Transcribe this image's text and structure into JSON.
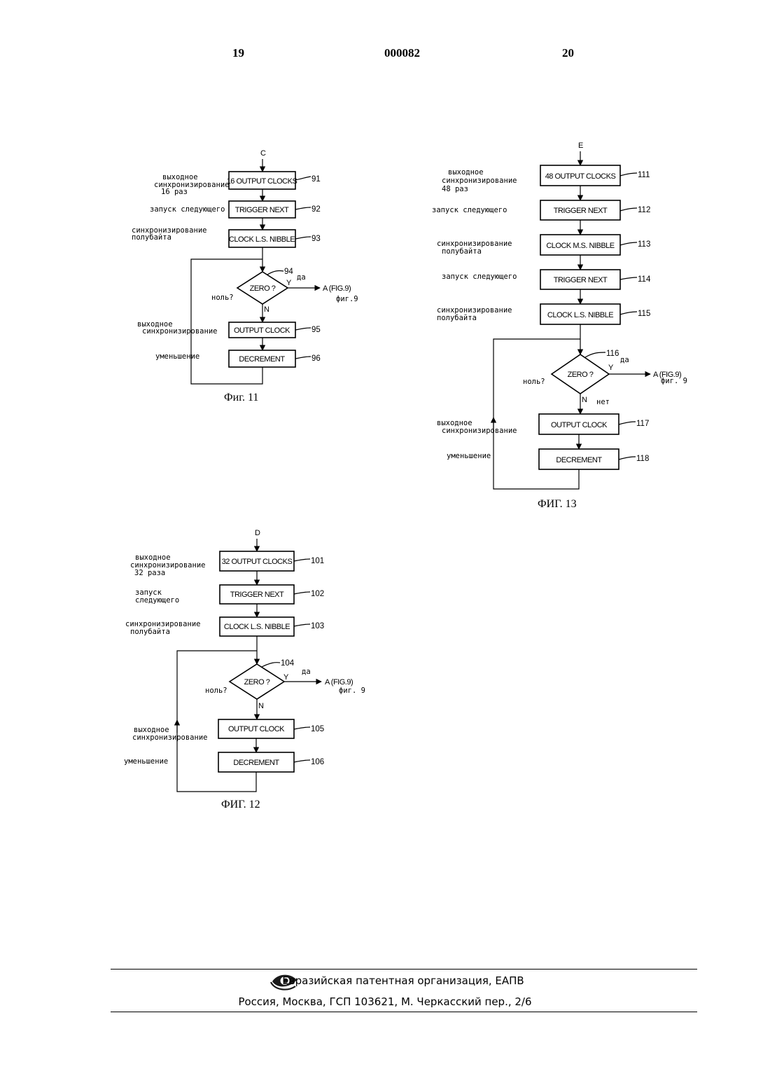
{
  "header": {
    "left_page": "19",
    "doc_number": "000082",
    "right_page": "20"
  },
  "common": {
    "yes": "Y",
    "no": "N",
    "zero_q": "ZERO ?",
    "target": "A (FIG.9)",
    "ru_yes": "да",
    "ru_zero": "ноль?",
    "ru_fig9": "фиг.9",
    "ru_fig9_spaced": "фиг. 9",
    "ru_net": "нет"
  },
  "fig11": {
    "connector": "C",
    "caption": "Фиг. 11",
    "steps": [
      {
        "label": "16 OUTPUT CLOCKS",
        "ref": "91",
        "note": [
          "выходное",
          "синхронизирование",
          "16 раз"
        ]
      },
      {
        "label": "TRIGGER NEXT",
        "ref": "92",
        "note": [
          "запуск следующего"
        ]
      },
      {
        "label": "CLOCK L.S. NIBBLE",
        "ref": "93",
        "note": [
          "синхронизирование",
          "полубайта"
        ]
      },
      {
        "label": "ZERO ?",
        "ref": "94"
      },
      {
        "label": "OUTPUT CLOCK",
        "ref": "95",
        "note": [
          "выходное",
          "синхронизирование"
        ]
      },
      {
        "label": "DECREMENT",
        "ref": "96",
        "note": [
          "уменьшение"
        ]
      }
    ]
  },
  "fig12": {
    "connector": "D",
    "caption": "ФИГ. 12",
    "steps": [
      {
        "label": "32 OUTPUT CLOCKS",
        "ref": "101",
        "note": [
          "выходное",
          "синхронизирование",
          "32 раза"
        ]
      },
      {
        "label": "TRIGGER NEXT",
        "ref": "102",
        "note": [
          "запуск",
          "следующего"
        ]
      },
      {
        "label": "CLOCK L.S. NIBBLE",
        "ref": "103",
        "note": [
          "синхронизирование",
          "полубайта"
        ]
      },
      {
        "label": "ZERO ?",
        "ref": "104"
      },
      {
        "label": "OUTPUT CLOCK",
        "ref": "105",
        "note": [
          "выходное",
          "синхронизирование"
        ]
      },
      {
        "label": "DECREMENT",
        "ref": "106",
        "note": [
          "уменьшение"
        ]
      }
    ]
  },
  "fig13": {
    "connector": "E",
    "caption": "ФИГ. 13",
    "steps": [
      {
        "label": "48 OUTPUT CLOCKS",
        "ref": "111",
        "note": [
          "выходное",
          "синхронизирование",
          "48 раз"
        ]
      },
      {
        "label": "TRIGGER NEXT",
        "ref": "112",
        "note": [
          "запуск следующего"
        ]
      },
      {
        "label": "CLOCK M.S. NIBBLE",
        "ref": "113",
        "note": [
          "синхронизирование",
          "полубайта"
        ]
      },
      {
        "label": "TRIGGER NEXT",
        "ref": "114",
        "note": [
          "запуск следующего"
        ]
      },
      {
        "label": "CLOCK L.S. NIBBLE",
        "ref": "115",
        "note": [
          "синхронизирование",
          "полубайта"
        ]
      },
      {
        "label": "ZERO ?",
        "ref": "116"
      },
      {
        "label": "OUTPUT CLOCK",
        "ref": "117",
        "note": [
          "выходное",
          "синхронизирование"
        ]
      },
      {
        "label": "DECREMENT",
        "ref": "118",
        "note": [
          "уменьшение"
        ]
      }
    ]
  },
  "footer": {
    "org": "Евразийская патентная организация, ЕАПВ",
    "address": "Россия, Москва, ГСП 103621, М. Черкасский пер., 2/6"
  }
}
